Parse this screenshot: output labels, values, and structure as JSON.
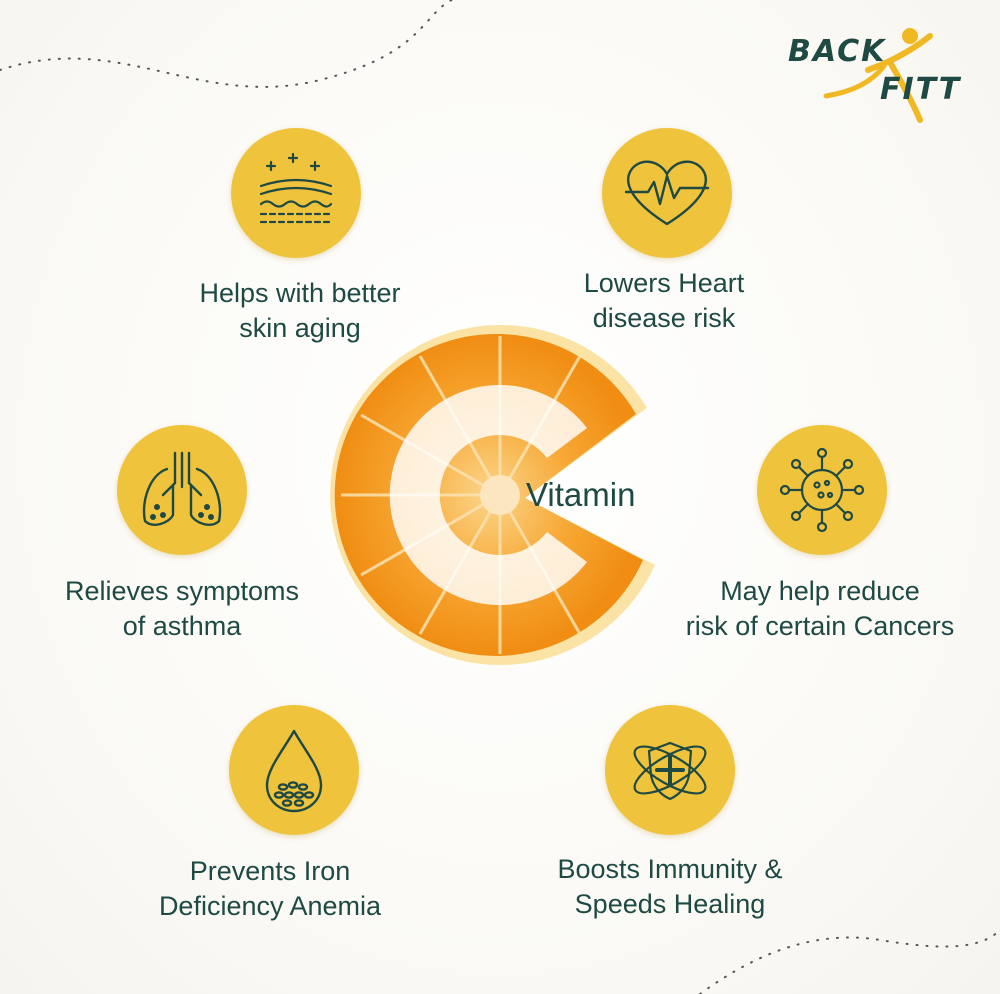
{
  "brand": {
    "name_part1": "BACK",
    "name_part2": "FITT",
    "accent_color": "#f0b823",
    "text_color": "#1f4a44"
  },
  "center": {
    "letter": "C",
    "word": "Vitamin",
    "fruit_color": "#f59a1a"
  },
  "icon_circle_color": "#f0c33c",
  "benefits": [
    {
      "icon": "skin-layers-icon",
      "line1": "Helps with better",
      "line2": "skin aging"
    },
    {
      "icon": "heart-pulse-icon",
      "line1": "Lowers Heart",
      "line2": "disease risk"
    },
    {
      "icon": "lungs-icon",
      "line1": "Relieves symptoms",
      "line2": "of asthma"
    },
    {
      "icon": "cancer-cell-icon",
      "line1": "May help reduce",
      "line2": "risk of certain Cancers"
    },
    {
      "icon": "blood-drop-icon",
      "line1": "Prevents Iron",
      "line2": "Deficiency Anemia"
    },
    {
      "icon": "immunity-shield-icon",
      "line1": "Boosts Immunity &",
      "line2": "Speeds Healing"
    }
  ]
}
